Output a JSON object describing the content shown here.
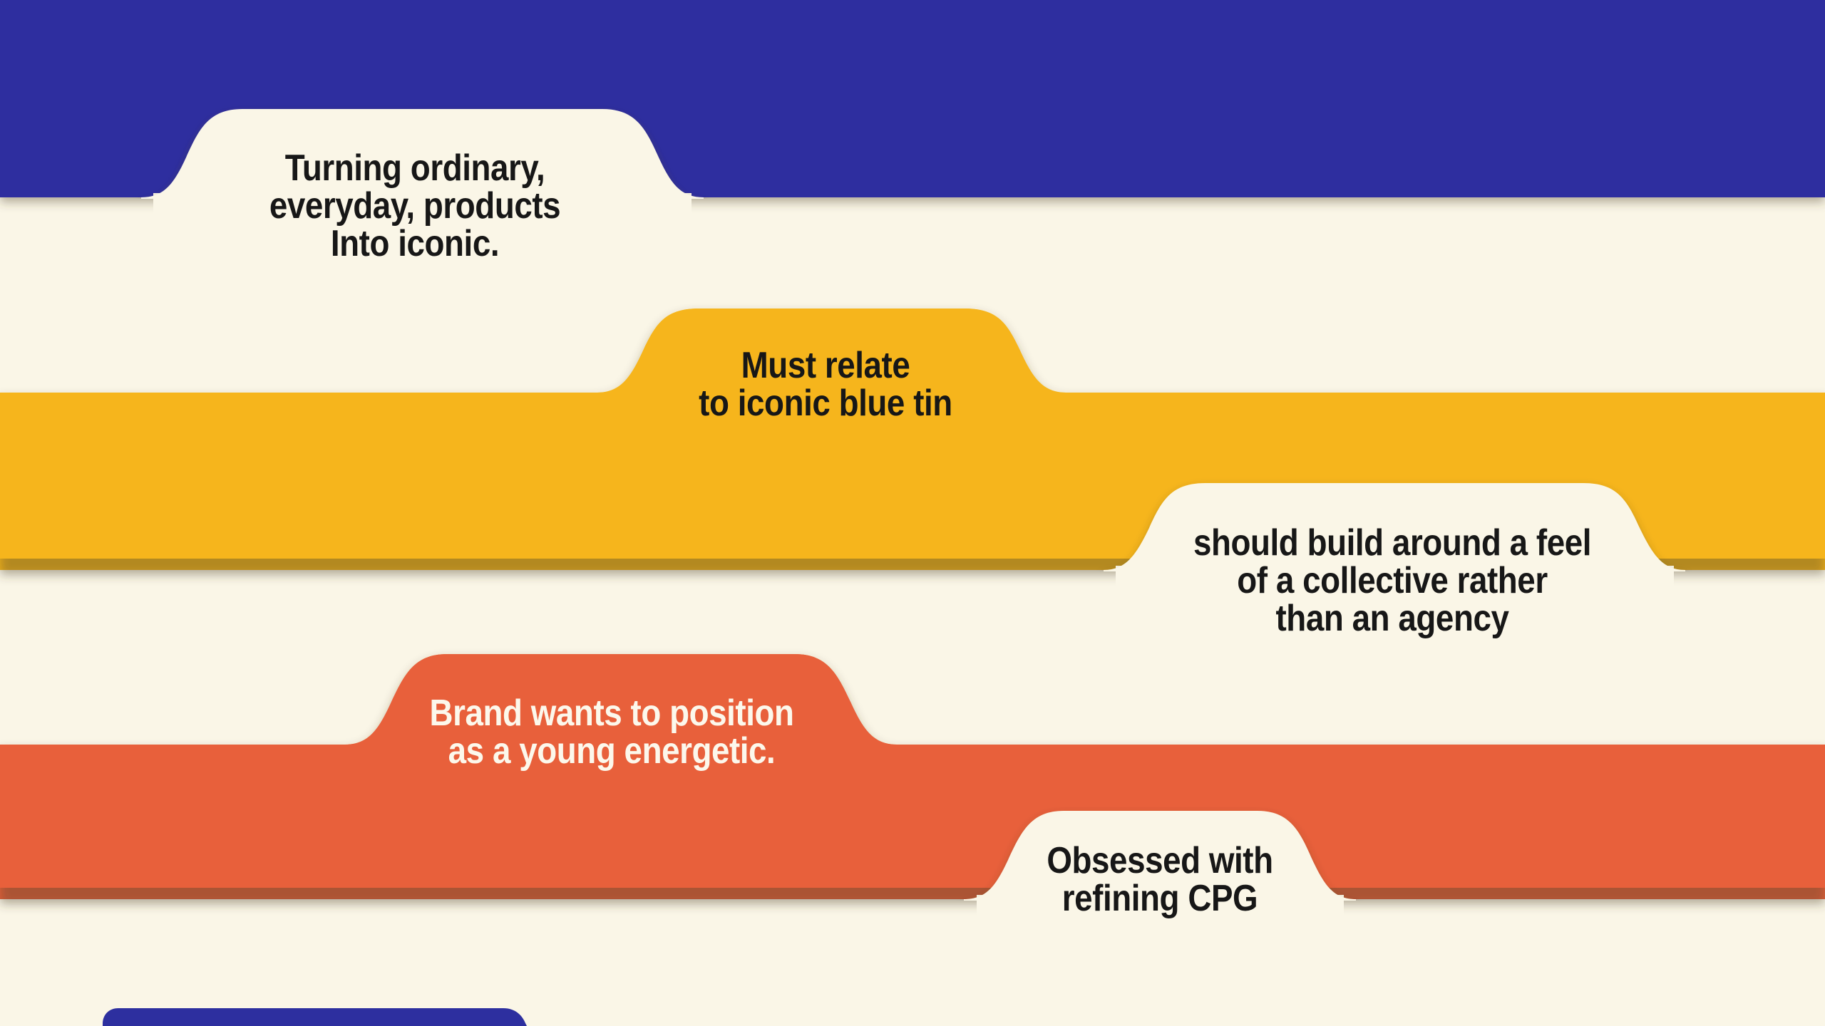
{
  "palette": {
    "blue": "#2d2f9f",
    "yellow": "#f6b51c",
    "orange": "#e8613b",
    "cream": "#faf6e7",
    "ink": "#171717",
    "light_text": "#fcf8ec"
  },
  "cards": [
    {
      "band": "blue",
      "tab": "cream",
      "lines": [
        "Turning ordinary,",
        "everyday, products",
        "Into iconic."
      ]
    },
    {
      "band": "yellow",
      "tab": "yellow",
      "lines": [
        "Must relate",
        "to iconic blue tin"
      ]
    },
    {
      "band": "yellow",
      "tab": "cream",
      "lines": [
        "should build around a feel",
        "of a collective rather",
        "than an agency"
      ]
    },
    {
      "band": "orange",
      "tab": "orange",
      "lines": [
        "Brand wants to position",
        "as a young energetic."
      ]
    },
    {
      "band": "orange",
      "tab": "cream",
      "lines": [
        "Obsessed with",
        "refining CPG"
      ]
    }
  ]
}
